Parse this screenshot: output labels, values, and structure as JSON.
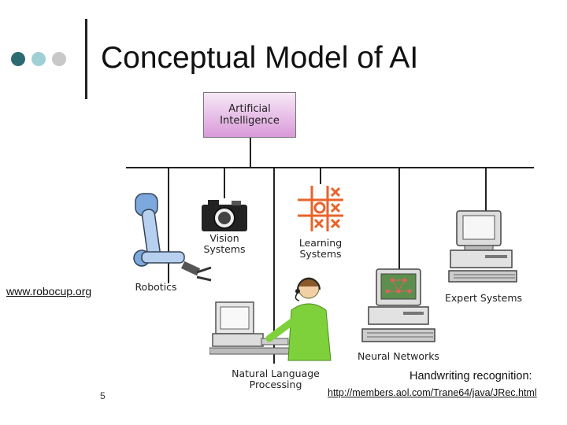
{
  "slide": {
    "title": "Conceptual Model of AI",
    "page_number": "5",
    "colors": {
      "dot_teal": "#2d6b73",
      "dot_light_blue": "#9ed0d6",
      "dot_gray": "#c8c8c8",
      "root_box": "#e2a8e2"
    }
  },
  "diagram": {
    "root": {
      "line1": "Artificial",
      "line2": "Intelligence"
    },
    "nodes": {
      "robotics": "Robotics",
      "vision_line1": "Vision",
      "vision_line2": "Systems",
      "learning_line1": "Learning",
      "learning_line2": "Systems",
      "expert": "Expert Systems",
      "neural": "Neural Networks",
      "nlp_line1": "Natural Language",
      "nlp_line2": "Processing"
    }
  },
  "links": {
    "robocup": "www.robocup.org",
    "handwriting_caption": "Handwriting recognition:",
    "handwriting_url": "http://members.aol.com/Trane64/java/JRec.html"
  }
}
